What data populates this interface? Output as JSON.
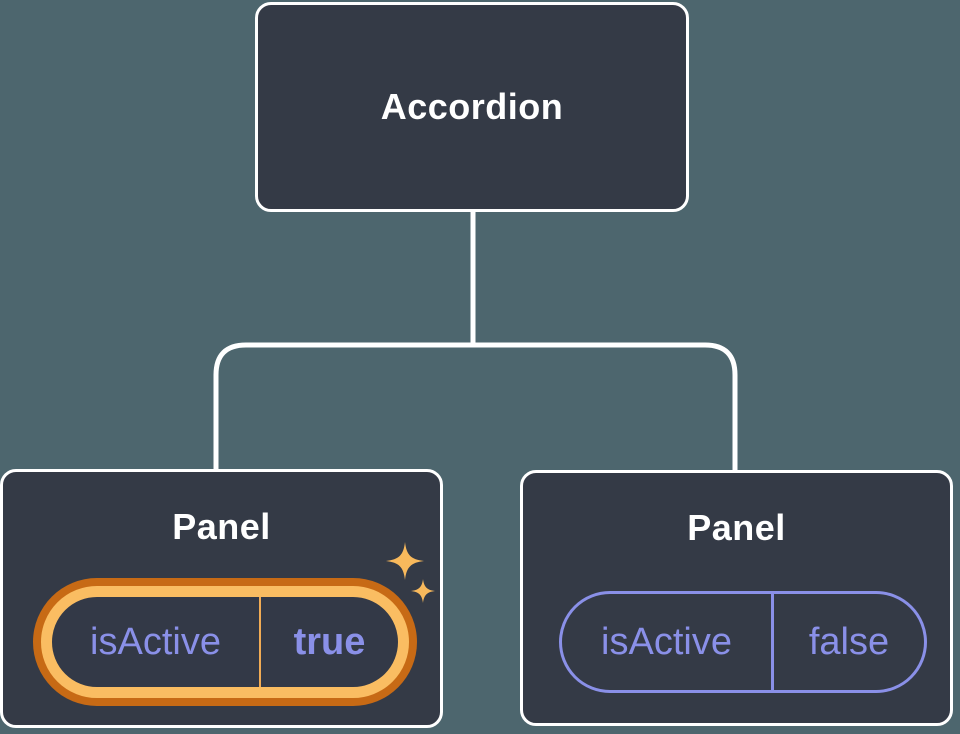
{
  "diagram": {
    "type": "component-tree",
    "root": {
      "label": "Accordion"
    },
    "children": [
      {
        "label": "Panel",
        "highlighted": true,
        "prop": {
          "name": "isActive",
          "value": "true"
        }
      },
      {
        "label": "Panel",
        "highlighted": false,
        "prop": {
          "name": "isActive",
          "value": "false"
        }
      }
    ],
    "colors": {
      "background": "#4D666E",
      "node_fill": "#343A46",
      "node_border": "#FFFFFF",
      "text_primary": "#FFFFFF",
      "prop_purple": "#8A90E8",
      "highlight_gold": "#FABD62",
      "highlight_orange": "#C76A15",
      "divider_amber": "#F2AC55",
      "sparkle_gold": "#F8B95C"
    }
  }
}
